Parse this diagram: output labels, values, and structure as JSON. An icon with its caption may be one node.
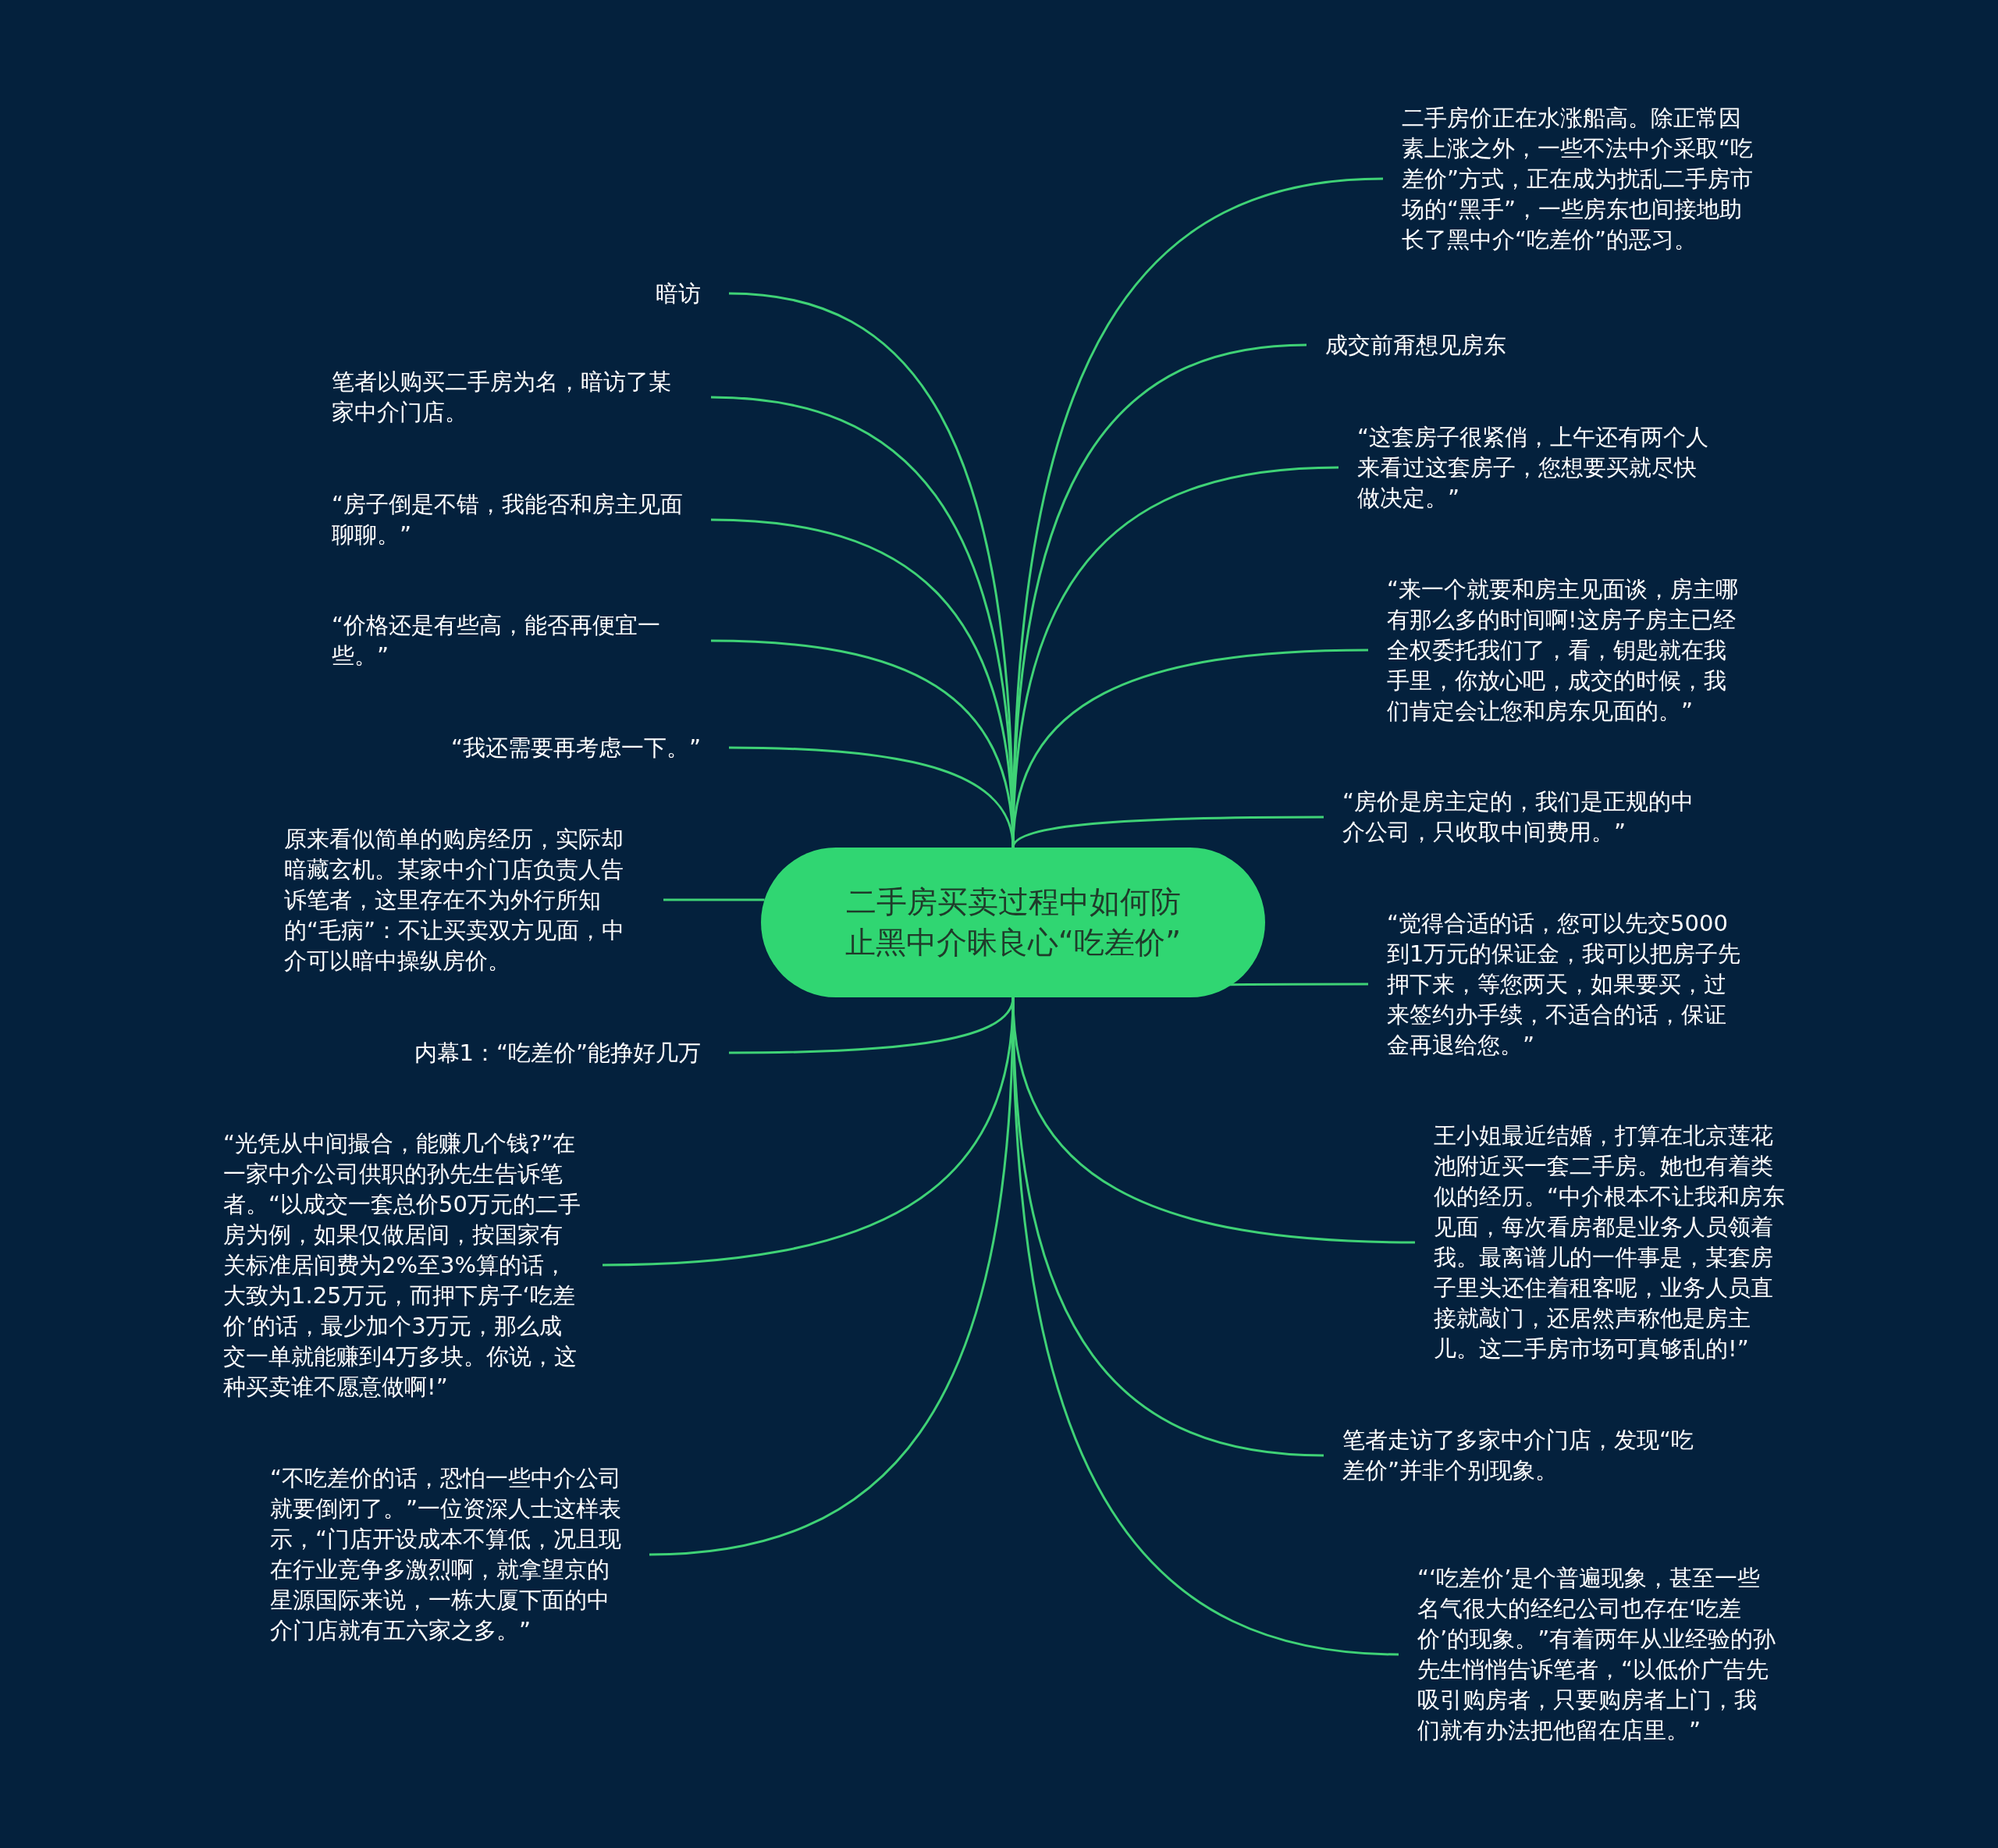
{
  "diagram": {
    "nodes": [
      {
        "text": [
          "二手房买卖过程中如何防止黑中介昧良心“吃差价”"
        ]
      },
      {
        "text": [
          "暗访"
        ]
      },
      {
        "text": [
          "笔者以购买二手房为名，暗访了某家中介门店。"
        ]
      },
      {
        "text": [
          "“房子倒是不错，我能否和房主见面聊聊。”"
        ]
      },
      {
        "text": [
          "“价格还是有些高，能否再便宜一些。”"
        ]
      },
      {
        "text": [
          "“我还需要再考虑一下。”"
        ]
      },
      {
        "text": [
          "原来看似简单的购房经历，实际却暗藏玄机。某家中介门店负责人告诉笔者，这里存在不为外行所知的“毛病”：不让买卖双方见面，中介可以暗中操纵房价。"
        ]
      },
      {
        "text": [
          "内幕1：“吃差价”能挣好几万"
        ]
      },
      {
        "text": [
          "“光凭从中间撮合，能赚几个钱?”在一家中介公司供职的孙先生告诉笔者。“以成交一套总价50万元的二手房为例，如果仅做居间，按国家有关标准居间费为2%至3%算的话，大致为1.25万元，而押下房子‘吃差价’的话，最少加个3万元，那么成交一单就能赚到4万多块。你说，这种买卖谁不愿意做啊!”"
        ]
      },
      {
        "text": [
          "“不吃差价的话，恐怕一些中介公司就要倒闭了。”一位资深人士这样表示，“门店开设成本不算低，况且现在行业竞争多激烈啊，就拿望京的星源国际来说，一栋大厦下面的中介门店就有五六家之多。”"
        ]
      },
      {
        "text": [
          "二手房价正在水涨船高。除正常因素上涨之外，一些不法中介采取“吃差价”方式，正在成为扰乱二手房市场的“黑手”，一些房东也间接地助长了黑中介“吃差价”的恶习。"
        ]
      },
      {
        "text": [
          "成交前甭想见房东"
        ]
      },
      {
        "text": [
          "“这套房子很紧俏，上午还有两个人来看过这套房子，您想要买就尽快做决定。”"
        ]
      },
      {
        "text": [
          "“来一个就要和房主见面谈，房主哪有那么多的时间啊!这房子房主已经全权委托我们了，看，钥匙就在我手里，你放心吧，成交的时候，我们肯定会让您和房东见面的。”"
        ]
      },
      {
        "text": [
          "“房价是房主定的，我们是正规的中介公司，只收取中间费用。”"
        ]
      },
      {
        "text": [
          "“觉得合适的话，您可以先交5000到1万元的保证金，我可以把房子先押下来，等您两天，如果要买，过来签约办手续，不适合的话，保证金再退给您。”"
        ]
      },
      {
        "text": [
          "王小姐最近结婚，打算在北京莲花池附近买一套二手房。她也有着类似的经历。“中介根本不让我和房东见面，每次看房都是业务人员领着我。最离谱儿的一件事是，某套房子里头还住着租客呢，业务人员直接就敲门，还居然声称他是房主儿。这二手房市场可真够乱的!”"
        ]
      },
      {
        "text": [
          "笔者走访了多家中介门店，发现“吃差价”并非个别现象。"
        ]
      },
      {
        "text": [
          "“‘吃差价’是个普遍现象，甚至一些名气很大的经纪公司也存在‘吃差价’的现象。”有着两年从业经验的孙先生悄悄告诉笔者，“以低价广告先吸引购房者，只要购房者上门，我们就有办法把他留在店里。”"
        ]
      }
    ],
    "edges": [
      {
        "from": 0,
        "to": 1,
        "arrow": "none"
      },
      {
        "from": 0,
        "to": 2,
        "arrow": "none"
      },
      {
        "from": 0,
        "to": 3,
        "arrow": "none"
      },
      {
        "from": 0,
        "to": 4,
        "arrow": "none"
      },
      {
        "from": 0,
        "to": 5,
        "arrow": "none"
      },
      {
        "from": 0,
        "to": 6,
        "arrow": "none"
      },
      {
        "from": 0,
        "to": 7,
        "arrow": "none"
      },
      {
        "from": 0,
        "to": 8,
        "arrow": "none"
      },
      {
        "from": 0,
        "to": 9,
        "arrow": "none"
      },
      {
        "from": 0,
        "to": 10,
        "arrow": "none"
      },
      {
        "from": 0,
        "to": 11,
        "arrow": "none"
      },
      {
        "from": 0,
        "to": 12,
        "arrow": "none"
      },
      {
        "from": 0,
        "to": 13,
        "arrow": "none"
      },
      {
        "from": 0,
        "to": 14,
        "arrow": "none"
      },
      {
        "from": 0,
        "to": 15,
        "arrow": "none"
      },
      {
        "from": 0,
        "to": 16,
        "arrow": "none"
      },
      {
        "from": 0,
        "to": 17,
        "arrow": "none"
      },
      {
        "from": 0,
        "to": 18,
        "arrow": "none"
      }
    ]
  }
}
